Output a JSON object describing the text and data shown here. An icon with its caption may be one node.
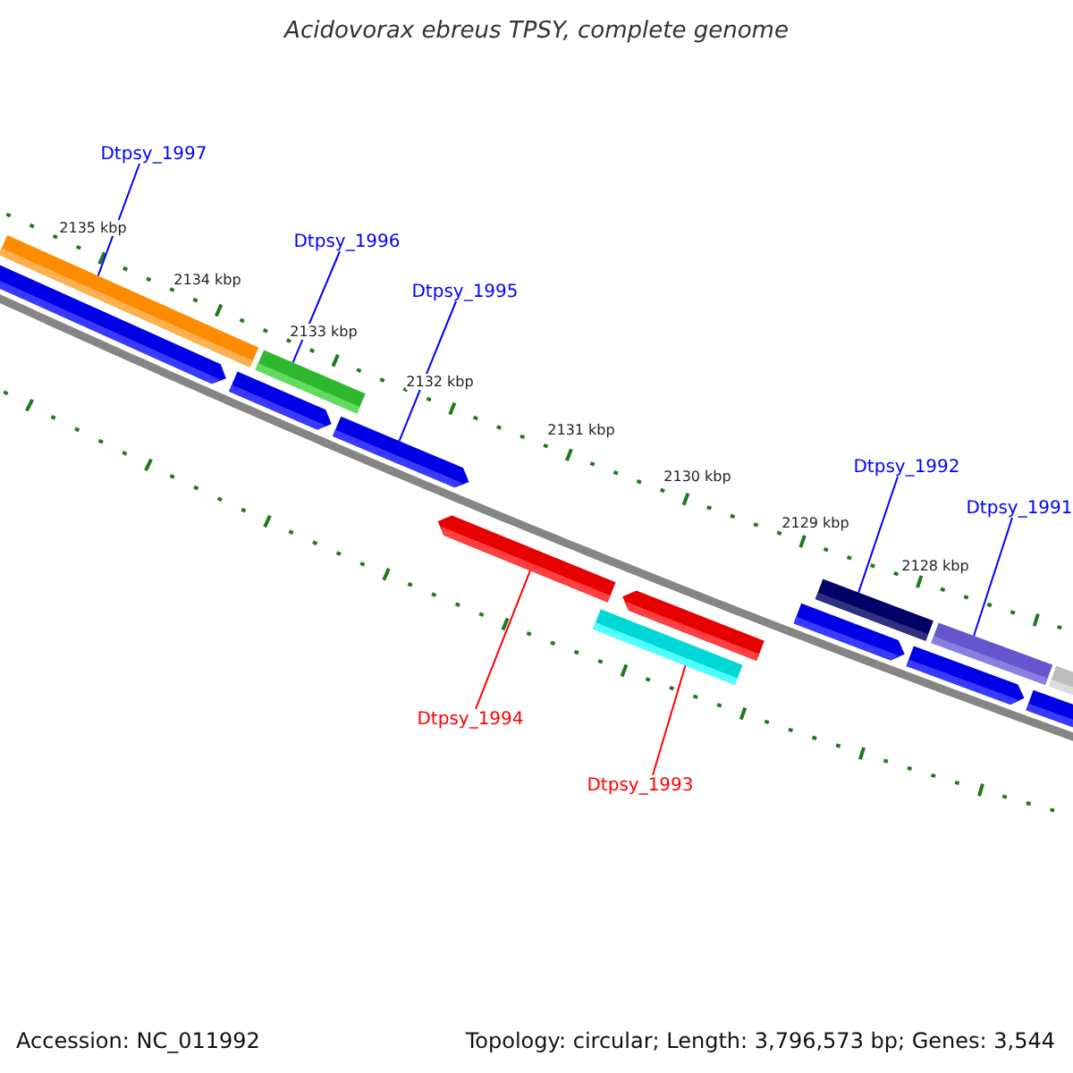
{
  "diagram": {
    "title": "Acidovorax ebreus TPSY, complete genome",
    "nodes": [
      {
        "text": [
          "Dtpsy_1997"
        ]
      },
      {
        "text": [],
        "shape": "bar"
      },
      {
        "text": [
          "Dtpsy_1996"
        ]
      },
      {
        "text": [],
        "shape": "bar"
      },
      {
        "text": [
          "Dtpsy_1995"
        ]
      },
      {
        "text": [],
        "shape": "bar"
      },
      {
        "text": [
          "Dtpsy_1992"
        ]
      },
      {
        "text": [],
        "shape": "bar"
      },
      {
        "text": [
          "Dtpsy_1991"
        ]
      },
      {
        "text": [],
        "shape": "bar"
      },
      {
        "text": [
          "Dtpsy_1994"
        ]
      },
      {
        "text": [],
        "shape": "bar"
      },
      {
        "text": [
          "Dtpsy_1993"
        ]
      },
      {
        "text": [],
        "shape": "bar"
      }
    ],
    "edges": [
      {
        "from": 0,
        "to": 1,
        "arrow": "none"
      },
      {
        "from": 2,
        "to": 3,
        "arrow": "none"
      },
      {
        "from": 4,
        "to": 5,
        "arrow": "none"
      },
      {
        "from": 6,
        "to": 7,
        "arrow": "none"
      },
      {
        "from": 8,
        "to": 9,
        "arrow": "none"
      },
      {
        "from": 10,
        "to": 11,
        "arrow": "none",
        "color": "#ff0000"
      },
      {
        "from": 12,
        "to": 13,
        "arrow": "none",
        "color": "#ff0000"
      }
    ],
    "labels": [
      "2135 kbp",
      "2134 kbp",
      "2133 kbp",
      "2132 kbp",
      "2131 kbp",
      "2130 kbp",
      "2129 kbp",
      "2128 kbp",
      "Accession: NC_011992",
      "Topology: circular; Length: 3,796,573 bp; Genes: 3,544"
    ]
  }
}
